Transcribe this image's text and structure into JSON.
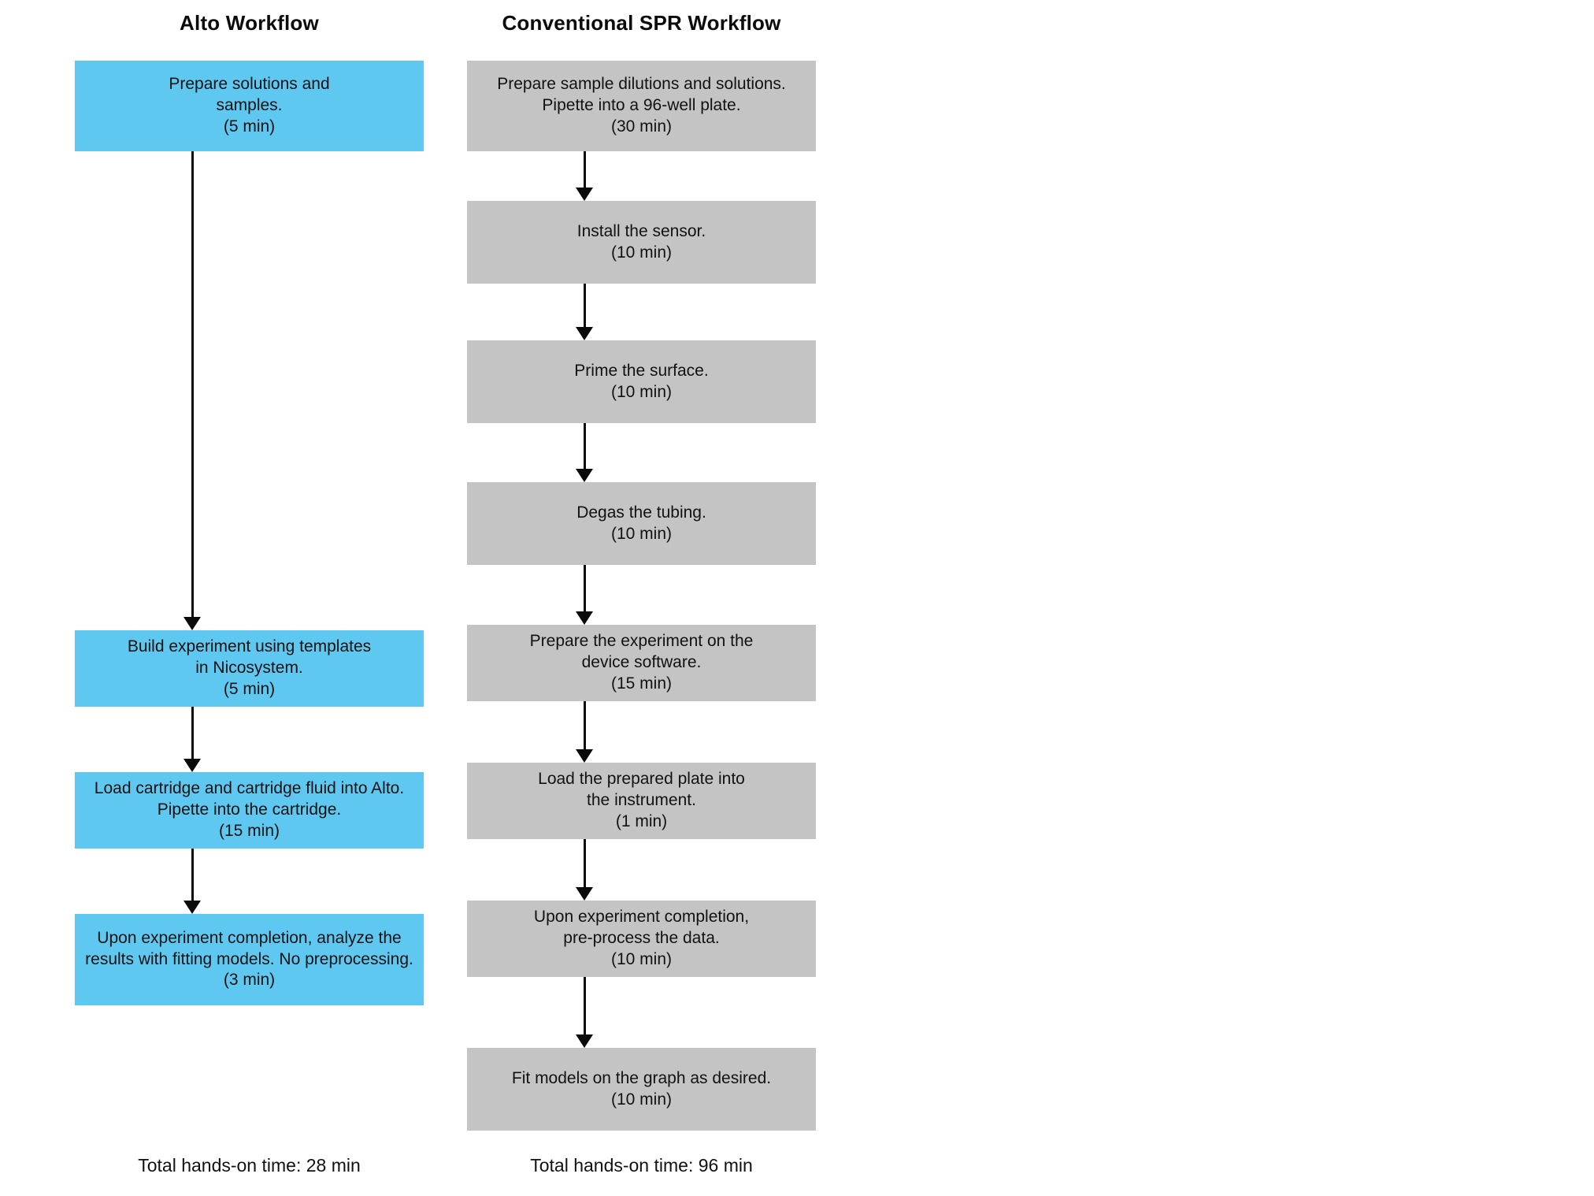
{
  "columns": {
    "left": {
      "title": "Alto Workflow",
      "accent_color": "#5FC8F0",
      "total_label": "Total hands-on time: 28 min",
      "total_minutes": 28,
      "steps": [
        {
          "text": "Prepare solutions and\nsamples.\n(5 min)",
          "duration_min": 5
        },
        {
          "text": "Build experiment using templates\nin Nicosystem.\n(5 min)",
          "duration_min": 5
        },
        {
          "text": "Load cartridge and cartridge fluid into Alto.\nPipette into the cartridge.\n(15 min)",
          "duration_min": 15
        },
        {
          "text": "Upon experiment completion, analyze the\nresults with fitting models. No preprocessing.\n(3 min)",
          "duration_min": 3
        }
      ]
    },
    "right": {
      "title": "Conventional SPR Workflow",
      "accent_color": "#C4C4C4",
      "total_label": "Total hands-on time: 96 min",
      "total_minutes": 96,
      "steps": [
        {
          "text": "Prepare sample dilutions and solutions.\nPipette into a 96-well plate.\n(30 min)",
          "duration_min": 30
        },
        {
          "text": "Install the sensor.\n(10 min)",
          "duration_min": 10
        },
        {
          "text": "Prime the surface.\n(10 min)",
          "duration_min": 10
        },
        {
          "text": "Degas the tubing.\n(10 min)",
          "duration_min": 10
        },
        {
          "text": "Prepare the experiment on the\ndevice software.\n(15 min)",
          "duration_min": 15
        },
        {
          "text": "Load the prepared plate into\nthe instrument.\n(1 min)",
          "duration_min": 1
        },
        {
          "text": "Upon experiment completion,\npre-process the data.\n(10 min)",
          "duration_min": 10
        },
        {
          "text": "Fit models on the graph as desired.\n(10 min)",
          "duration_min": 10
        }
      ]
    }
  }
}
